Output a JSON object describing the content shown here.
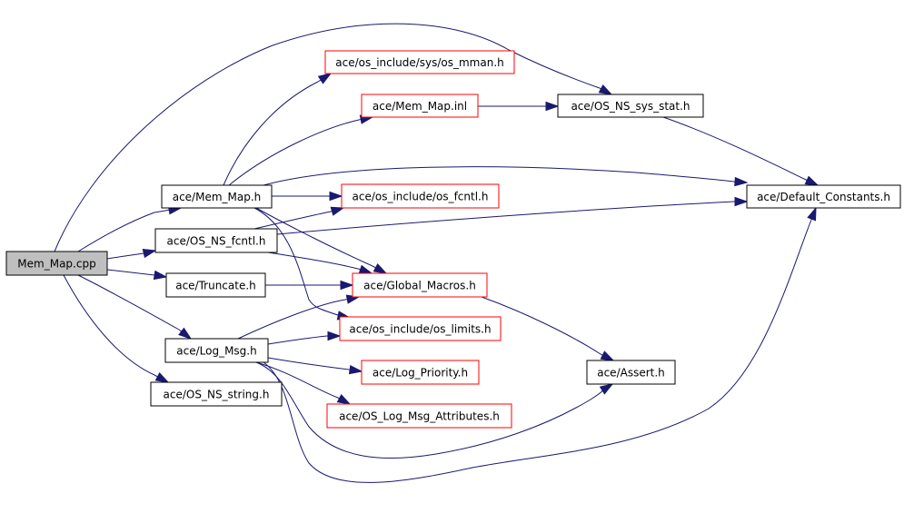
{
  "title": "Mem_Map.cpp include dependency graph",
  "colors": {
    "edge": "#191970",
    "root_fill": "#bfbfbf",
    "node_border": "#000000",
    "external_border": "#ff0000",
    "background": "#ffffff"
  },
  "nodes": [
    {
      "id": "mem_map_cpp",
      "label": "Mem_Map.cpp",
      "kind": "root"
    },
    {
      "id": "mem_map_h",
      "label": "ace/Mem_Map.h",
      "kind": "normal"
    },
    {
      "id": "os_ns_fcntl_h",
      "label": "ace/OS_NS_fcntl.h",
      "kind": "normal"
    },
    {
      "id": "truncate_h",
      "label": "ace/Truncate.h",
      "kind": "normal"
    },
    {
      "id": "log_msg_h",
      "label": "ace/Log_Msg.h",
      "kind": "normal"
    },
    {
      "id": "os_ns_string_h",
      "label": "ace/OS_NS_string.h",
      "kind": "normal"
    },
    {
      "id": "os_mman_h",
      "label": "ace/os_include/sys/os_mman.h",
      "kind": "external"
    },
    {
      "id": "mem_map_inl",
      "label": "ace/Mem_Map.inl",
      "kind": "external"
    },
    {
      "id": "os_fcntl_h",
      "label": "ace/os_include/os_fcntl.h",
      "kind": "external"
    },
    {
      "id": "global_macros_h",
      "label": "ace/Global_Macros.h",
      "kind": "external"
    },
    {
      "id": "os_limits_h",
      "label": "ace/os_include/os_limits.h",
      "kind": "external"
    },
    {
      "id": "log_priority_h",
      "label": "ace/Log_Priority.h",
      "kind": "external"
    },
    {
      "id": "os_log_msg_attributes_h",
      "label": "ace/OS_Log_Msg_Attributes.h",
      "kind": "external"
    },
    {
      "id": "os_ns_sys_stat_h",
      "label": "ace/OS_NS_sys_stat.h",
      "kind": "normal"
    },
    {
      "id": "default_constants_h",
      "label": "ace/Default_Constants.h",
      "kind": "normal"
    },
    {
      "id": "assert_h",
      "label": "ace/Assert.h",
      "kind": "normal"
    }
  ],
  "edges": [
    {
      "from": "mem_map_cpp",
      "to": "mem_map_h"
    },
    {
      "from": "mem_map_cpp",
      "to": "os_ns_fcntl_h"
    },
    {
      "from": "mem_map_cpp",
      "to": "truncate_h"
    },
    {
      "from": "mem_map_cpp",
      "to": "log_msg_h"
    },
    {
      "from": "mem_map_cpp",
      "to": "os_ns_string_h"
    },
    {
      "from": "mem_map_cpp",
      "to": "os_ns_sys_stat_h"
    },
    {
      "from": "mem_map_h",
      "to": "os_mman_h"
    },
    {
      "from": "mem_map_h",
      "to": "mem_map_inl"
    },
    {
      "from": "mem_map_h",
      "to": "os_fcntl_h"
    },
    {
      "from": "mem_map_h",
      "to": "default_constants_h"
    },
    {
      "from": "mem_map_h",
      "to": "global_macros_h"
    },
    {
      "from": "mem_map_h",
      "to": "os_limits_h"
    },
    {
      "from": "mem_map_inl",
      "to": "os_ns_sys_stat_h"
    },
    {
      "from": "os_ns_sys_stat_h",
      "to": "default_constants_h"
    },
    {
      "from": "os_ns_fcntl_h",
      "to": "os_fcntl_h"
    },
    {
      "from": "os_ns_fcntl_h",
      "to": "default_constants_h"
    },
    {
      "from": "os_ns_fcntl_h",
      "to": "global_macros_h"
    },
    {
      "from": "truncate_h",
      "to": "global_macros_h"
    },
    {
      "from": "global_macros_h",
      "to": "assert_h"
    },
    {
      "from": "log_msg_h",
      "to": "global_macros_h"
    },
    {
      "from": "log_msg_h",
      "to": "os_limits_h"
    },
    {
      "from": "log_msg_h",
      "to": "log_priority_h"
    },
    {
      "from": "log_msg_h",
      "to": "os_log_msg_attributes_h"
    },
    {
      "from": "log_msg_h",
      "to": "assert_h"
    },
    {
      "from": "log_msg_h",
      "to": "default_constants_h"
    }
  ]
}
